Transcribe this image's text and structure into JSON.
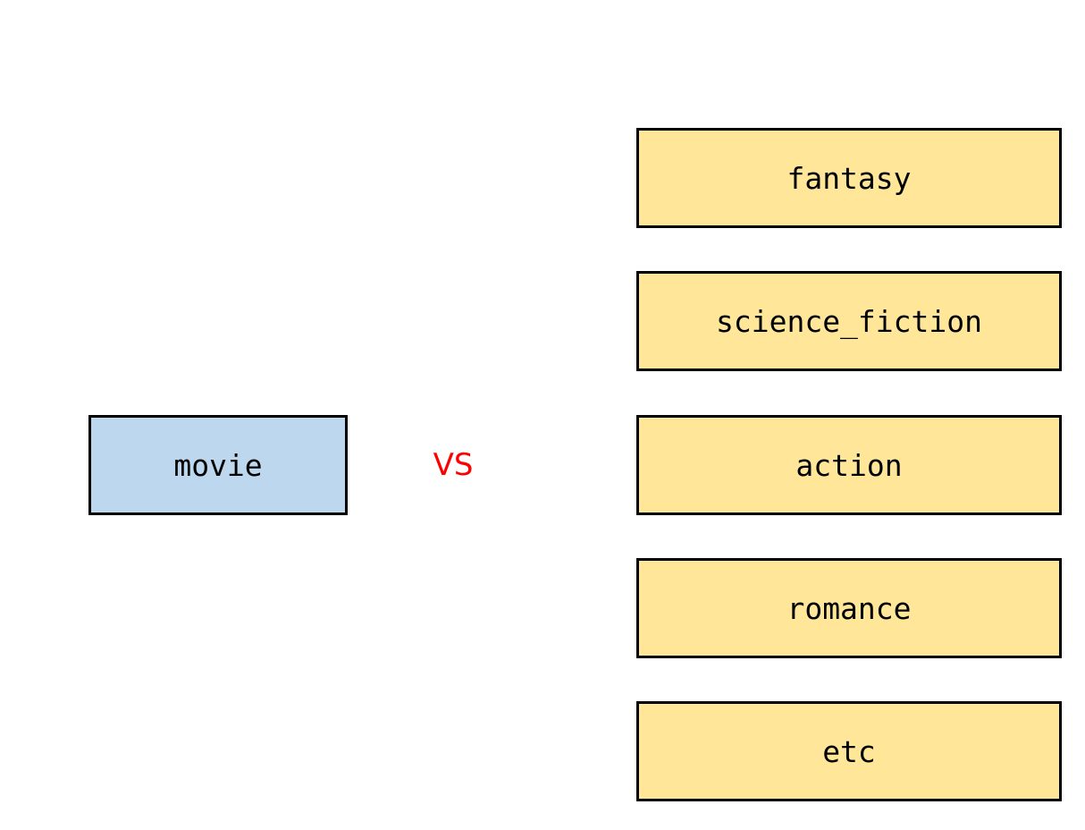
{
  "subject": {
    "label": "movie",
    "fill": "#bdd7ee"
  },
  "versus": {
    "label": "VS",
    "color": "#ff0000"
  },
  "genres": {
    "fill": "#ffe699",
    "items": [
      {
        "label": "fantasy"
      },
      {
        "label": "science_fiction"
      },
      {
        "label": "action"
      },
      {
        "label": "romance"
      },
      {
        "label": "etc"
      }
    ]
  }
}
